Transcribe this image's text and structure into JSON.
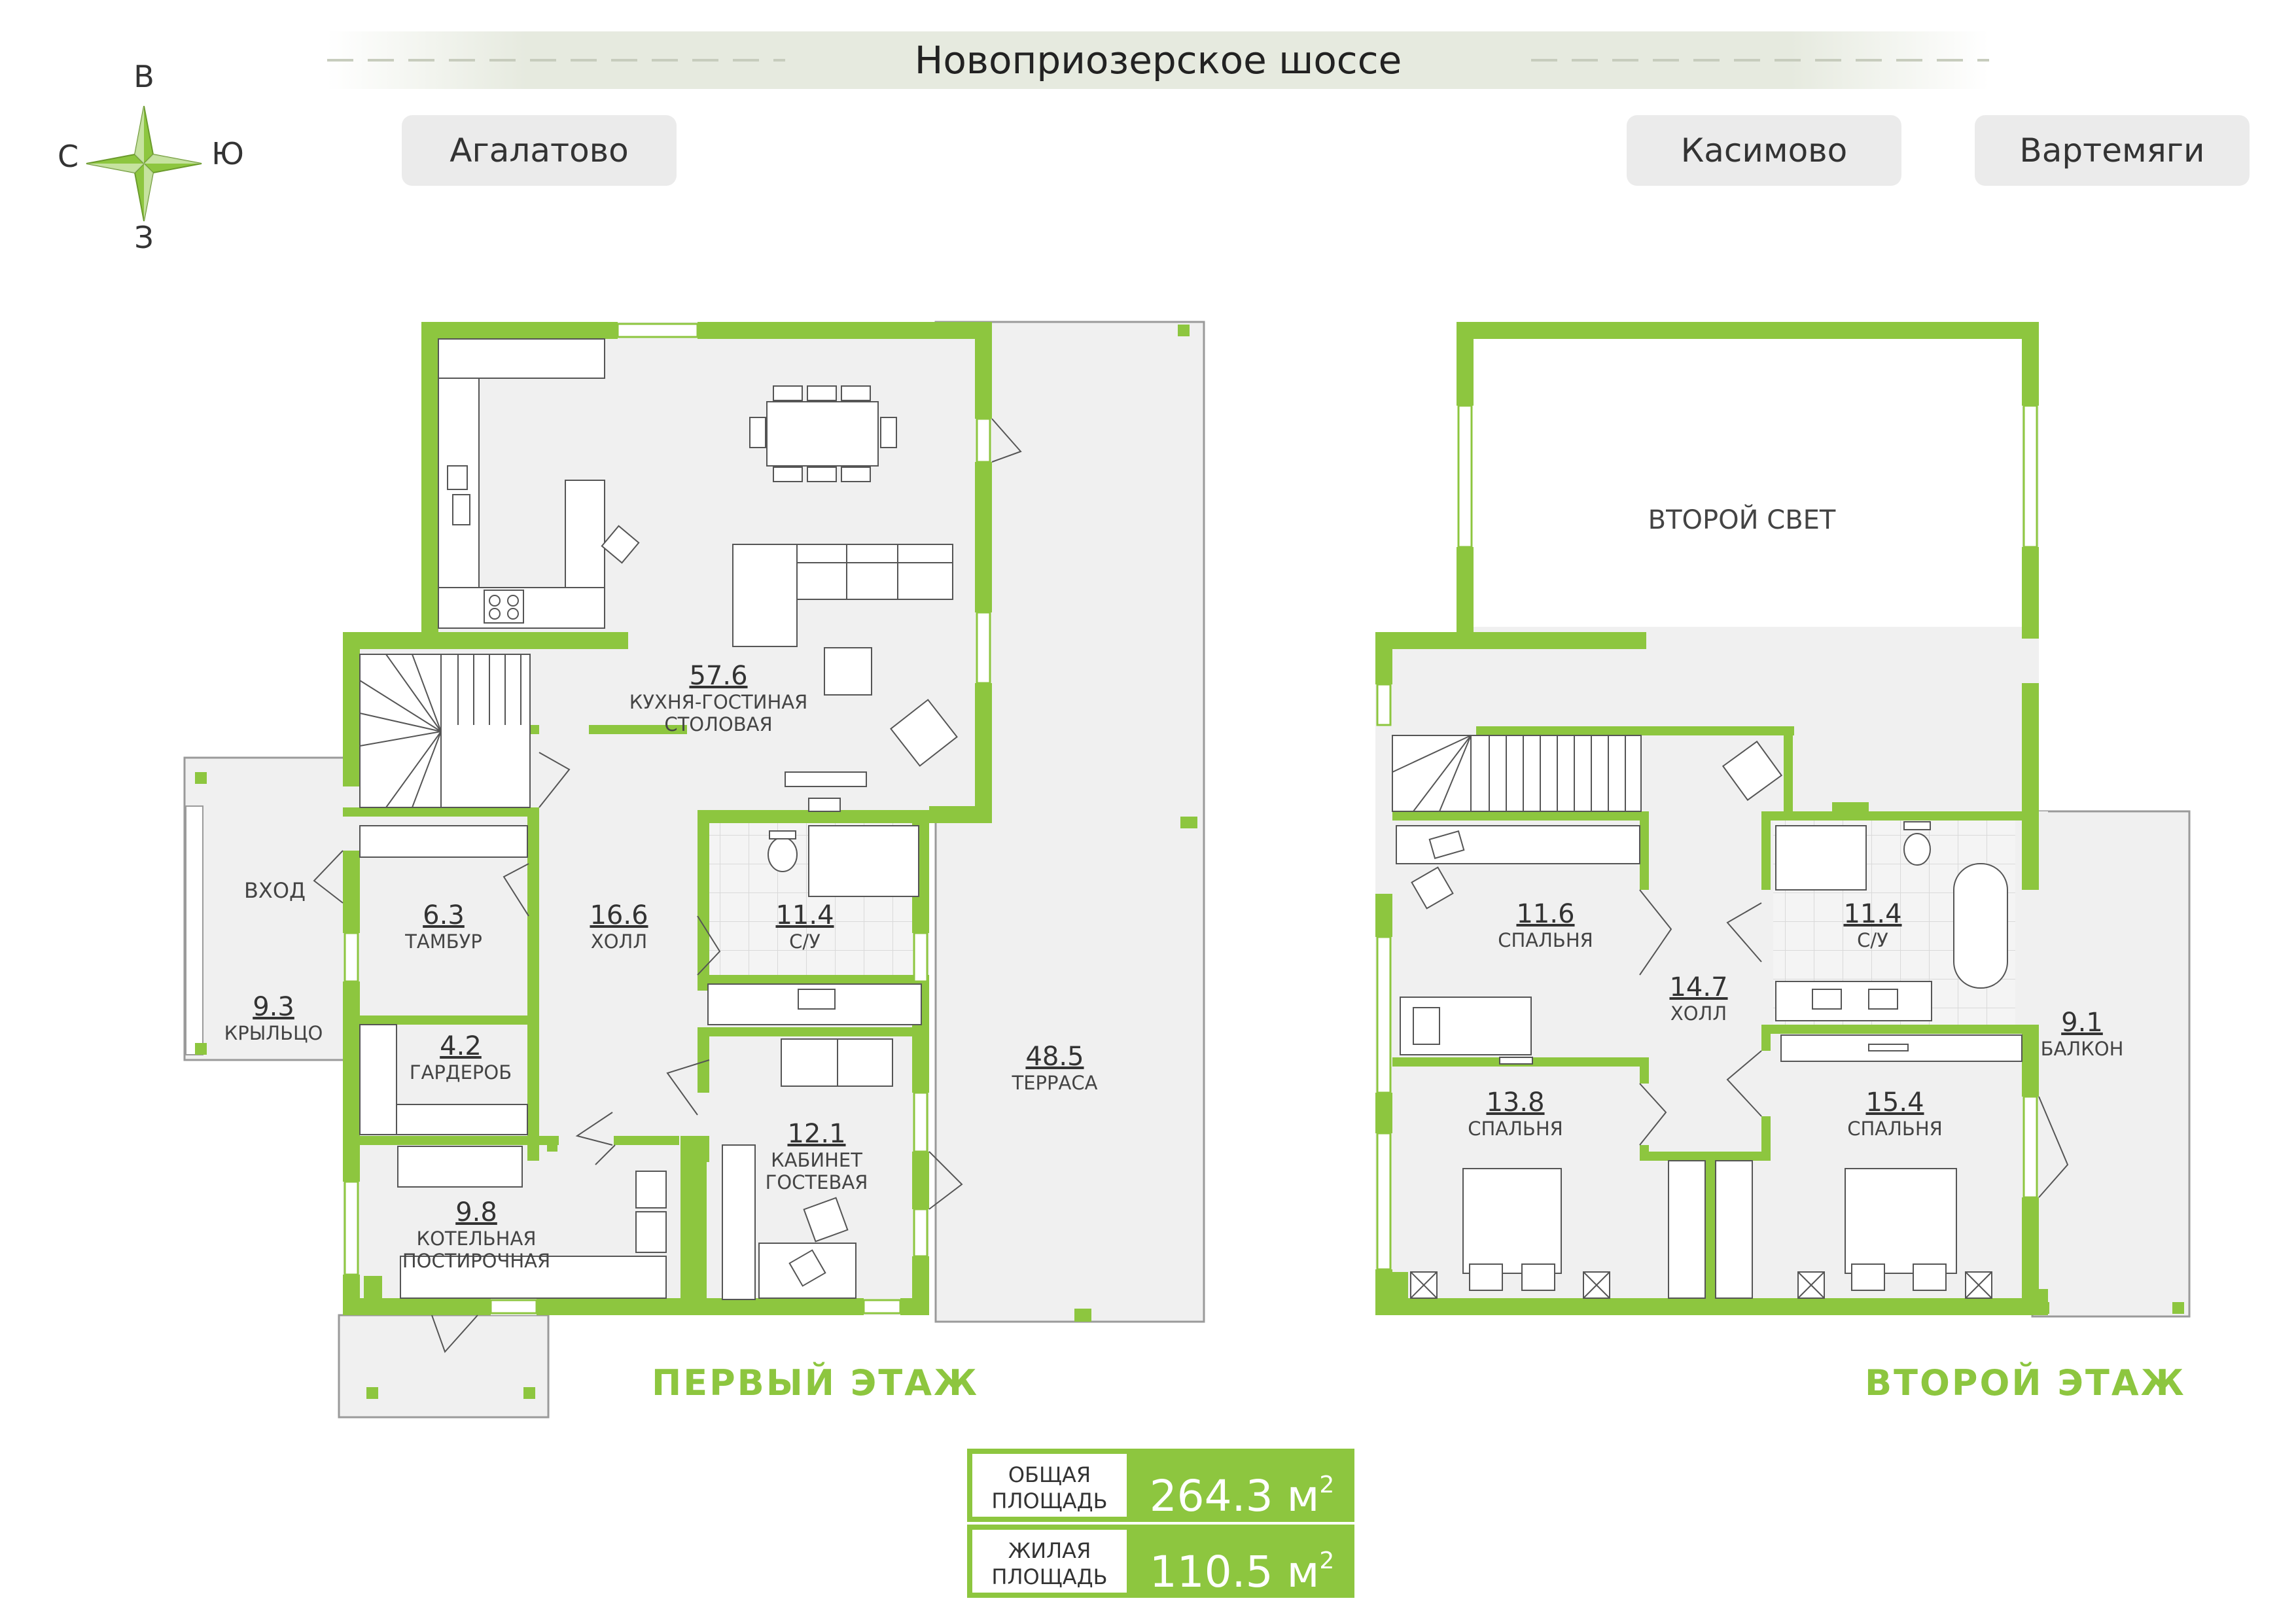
{
  "road": {
    "name": "Новоприозерское шоссе"
  },
  "directions": {
    "left": "Агалатово",
    "center": "Касимово",
    "right": "Вартемяги"
  },
  "compass": {
    "north": "В",
    "east": "Ю",
    "south": "З",
    "west": "С"
  },
  "colors": {
    "wall": "#8dc63f",
    "floor": "#f0f0f0",
    "line": "#555555",
    "banner": "#e6eadf",
    "button": "#ebebeb"
  },
  "floors": {
    "first": {
      "label": "ПЕРВЫЙ ЭТАЖ",
      "rooms": [
        {
          "area": "57.6",
          "name": "КУХНЯ-ГОСТИНАЯ",
          "name2": "СТОЛОВАЯ"
        },
        {
          "area": "6.3",
          "name": "ТАМБУР"
        },
        {
          "area": "16.6",
          "name": "ХОЛЛ"
        },
        {
          "area": "11.4",
          "name": "С/У"
        },
        {
          "area": "9.3",
          "name": "КРЫЛЬЦО"
        },
        {
          "area": "4.2",
          "name": "ГАРДЕРОБ"
        },
        {
          "area": "48.5",
          "name": "ТЕРРАСА"
        },
        {
          "area": "12.1",
          "name": "КАБИНЕТ",
          "name2": "ГОСТЕВАЯ"
        },
        {
          "area": "9.8",
          "name": "КОТЕЛЬНАЯ",
          "name2": "ПОСТИРОЧНАЯ"
        }
      ],
      "entrance": "ВХОД"
    },
    "second": {
      "label": "ВТОРОЙ ЭТАЖ",
      "second_light": "ВТОРОЙ СВЕТ",
      "rooms": [
        {
          "area": "11.6",
          "name": "СПАЛЬНЯ"
        },
        {
          "area": "11.4",
          "name": "С/У"
        },
        {
          "area": "14.7",
          "name": "ХОЛЛ"
        },
        {
          "area": "9.1",
          "name": "БАЛКОН"
        },
        {
          "area": "13.8",
          "name": "СПАЛЬНЯ"
        },
        {
          "area": "15.4",
          "name": "СПАЛЬНЯ"
        }
      ]
    }
  },
  "summary": {
    "total": {
      "label1": "ОБЩАЯ",
      "label2": "ПЛОЩАДЬ",
      "value": "264.3 м",
      "unit_sup": "2"
    },
    "living": {
      "label1": "ЖИЛАЯ",
      "label2": "ПЛОЩАДЬ",
      "value": "110.5 м",
      "unit_sup": "2"
    }
  }
}
